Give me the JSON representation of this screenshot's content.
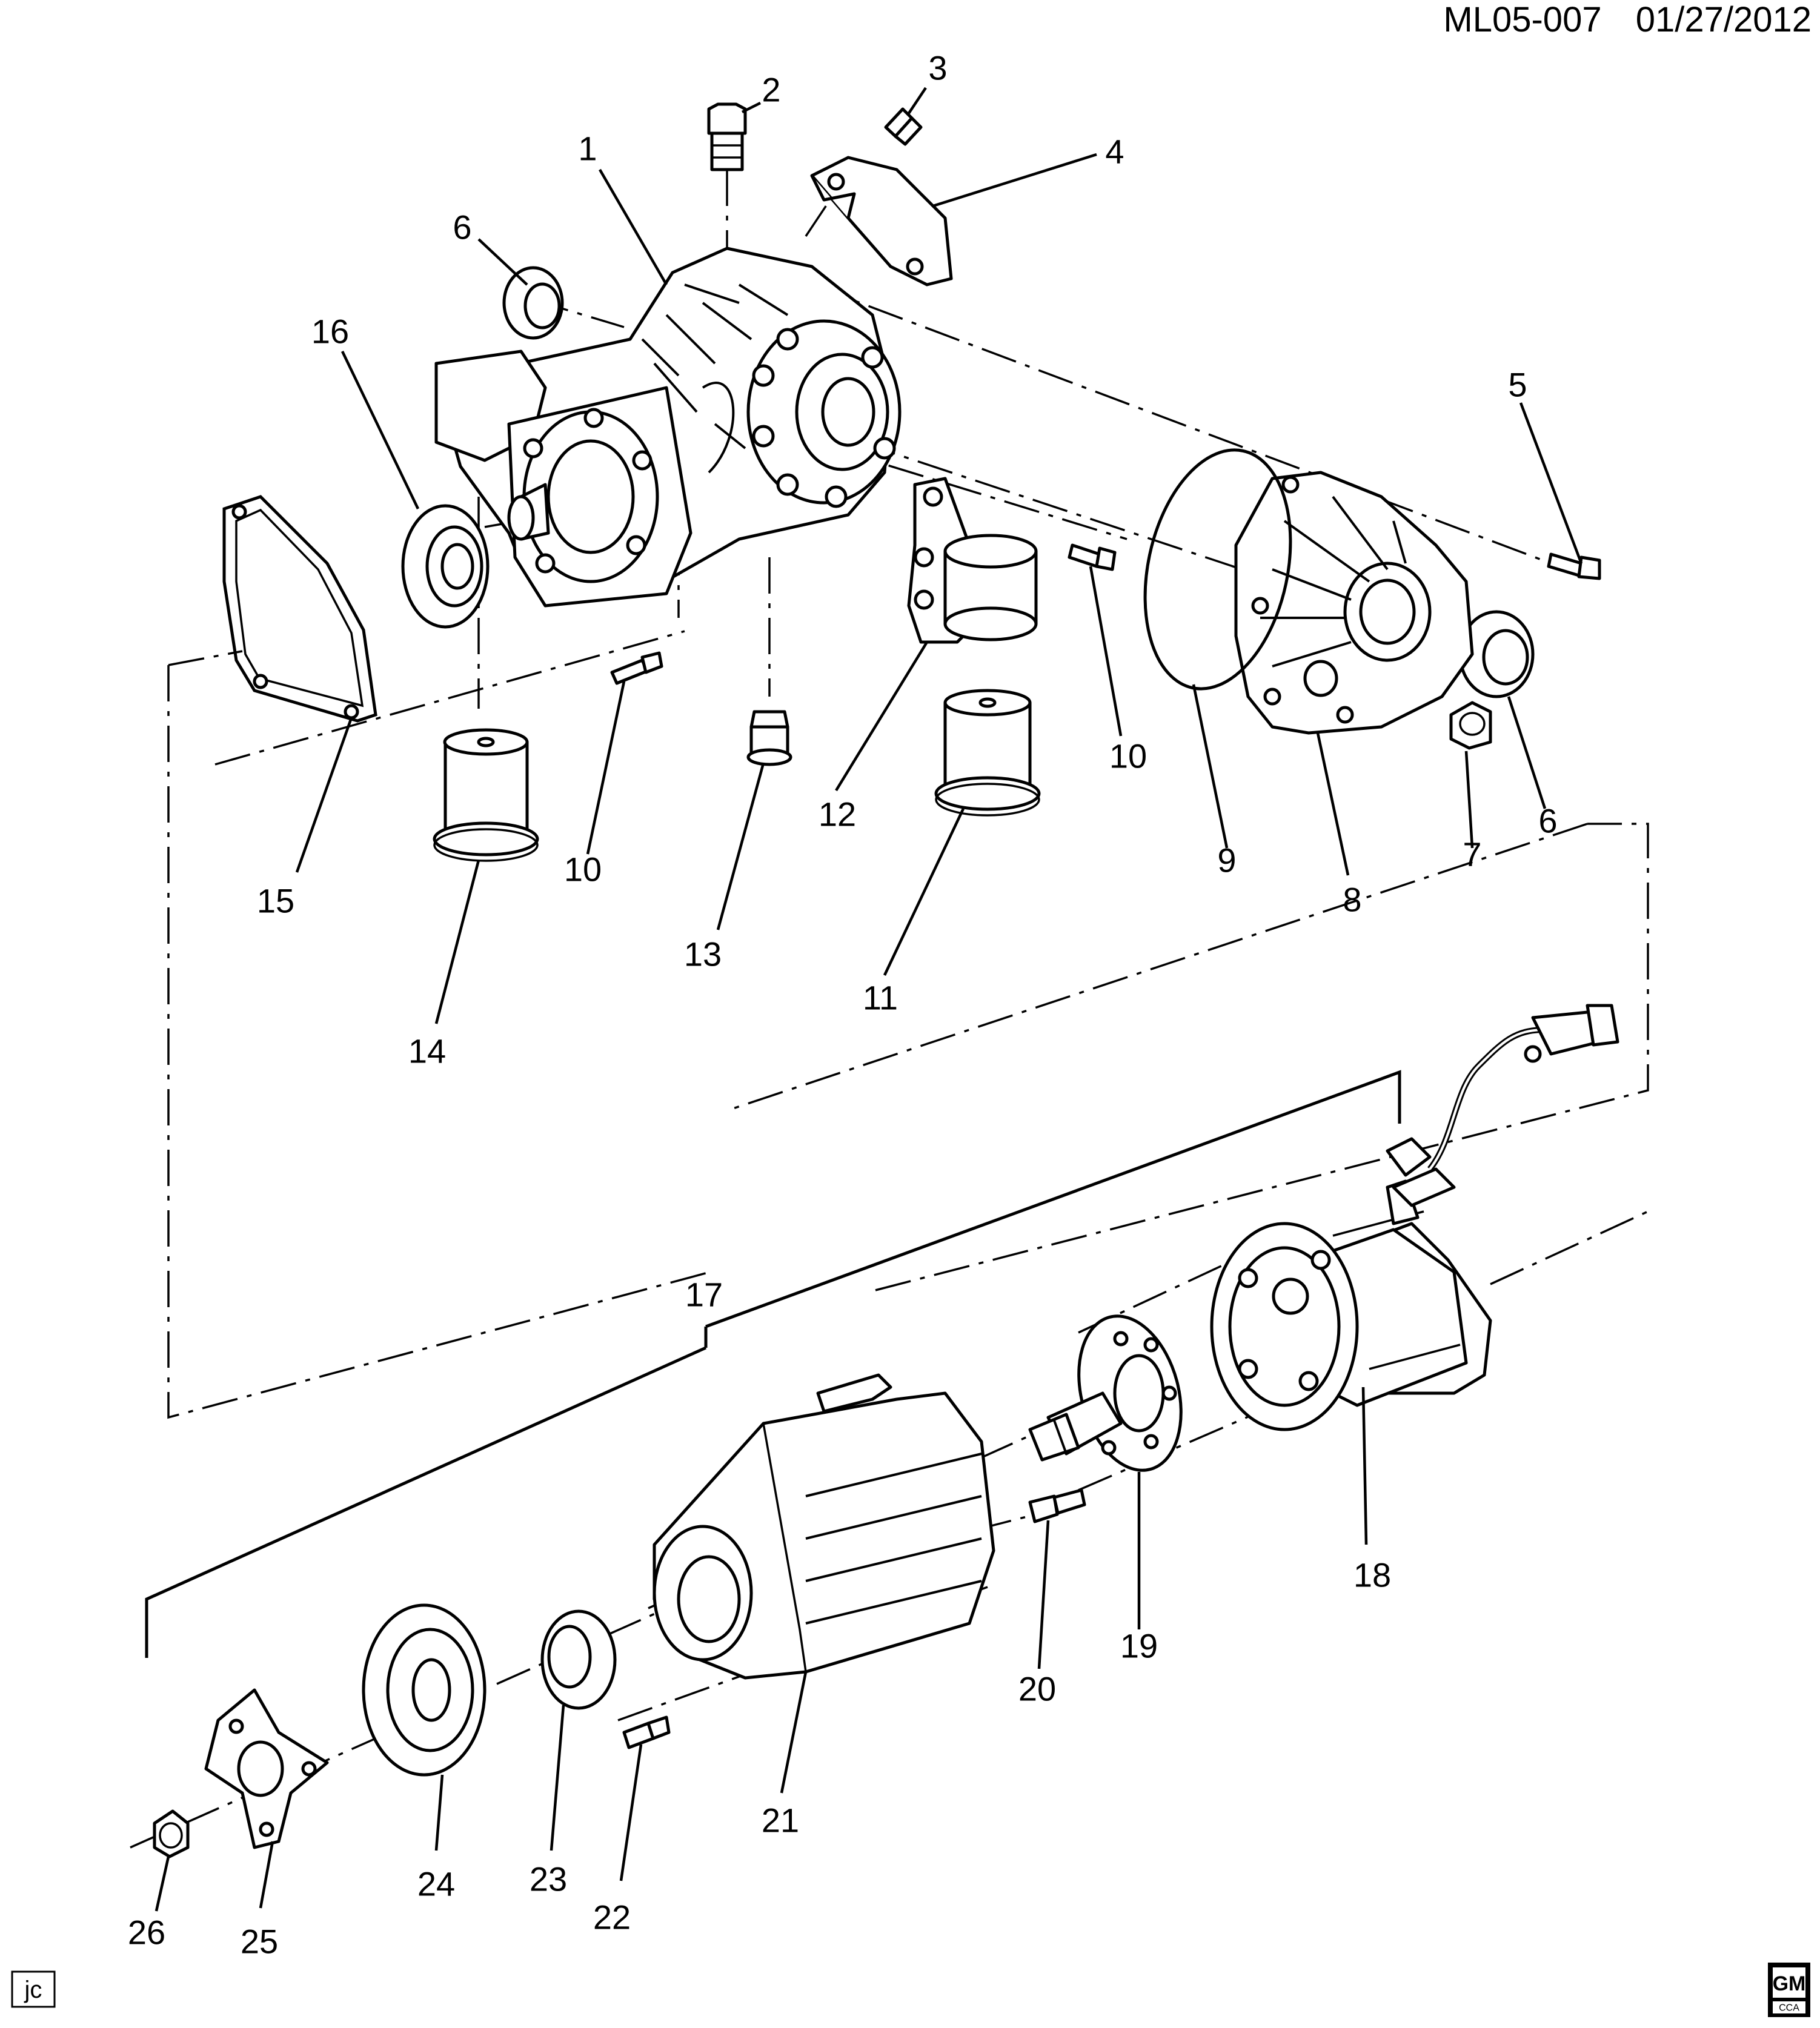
{
  "header": {
    "diagram_id": "ML05-007",
    "date": "01/27/2012"
  },
  "corner_tag": "jc",
  "logo": {
    "mark": "GM",
    "sub": "CCA"
  },
  "callouts": [
    "1",
    "2",
    "3",
    "4",
    "5",
    "6",
    "6",
    "7",
    "8",
    "9",
    "10",
    "10",
    "11",
    "12",
    "13",
    "14",
    "15",
    "16",
    "17",
    "18",
    "19",
    "20",
    "21",
    "22",
    "23",
    "24",
    "25",
    "26"
  ],
  "colors": {
    "ink": "#000000",
    "paper": "#ffffff"
  }
}
